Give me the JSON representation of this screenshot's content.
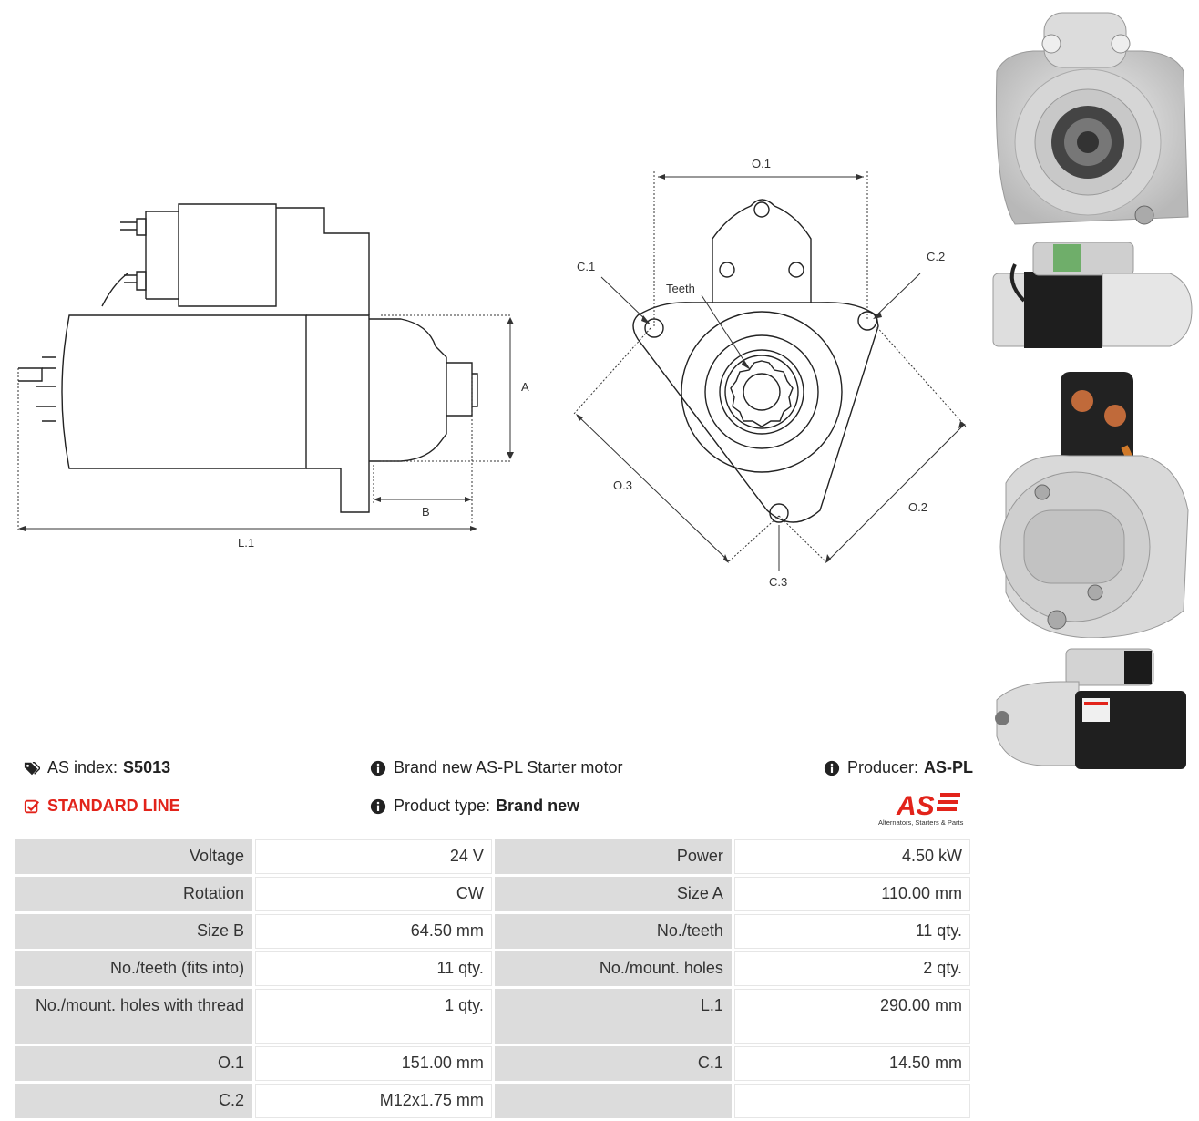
{
  "drawing": {
    "labels": {
      "a": "A",
      "b": "B",
      "l1": "L.1",
      "o1": "O.1",
      "o2": "O.2",
      "o3": "O.3",
      "c1": "C.1",
      "c2": "C.2",
      "c3": "C.3",
      "teeth": "Teeth"
    }
  },
  "info": {
    "as_index_label": "AS index:",
    "as_index_value": "S5013",
    "line": "STANDARD LINE",
    "description": "Brand new AS-PL Starter motor",
    "product_type_label": "Product type:",
    "product_type_value": "Brand new",
    "producer_label": "Producer:",
    "producer_value": "AS-PL"
  },
  "logo": {
    "mark": "AS",
    "tagline": "Alternators, Starters & Parts"
  },
  "specs": [
    [
      "Voltage",
      "24 V",
      "Power",
      "4.50 kW"
    ],
    [
      "Rotation",
      "CW",
      "Size A",
      "110.00 mm"
    ],
    [
      "Size B",
      "64.50 mm",
      "No./teeth",
      "11 qty."
    ],
    [
      "No./teeth (fits into)",
      "11 qty.",
      "No./mount. holes",
      "2 qty."
    ],
    [
      "No./mount. holes with thread",
      "1 qty.",
      "L.1",
      "290.00 mm"
    ],
    [
      "O.1",
      "151.00 mm",
      "C.1",
      "14.50 mm"
    ],
    [
      "C.2",
      "M12x1.75 mm",
      "",
      ""
    ]
  ],
  "colors": {
    "accent": "#e2231a",
    "key_cell": "#dcdcdc",
    "line": "#222222"
  }
}
